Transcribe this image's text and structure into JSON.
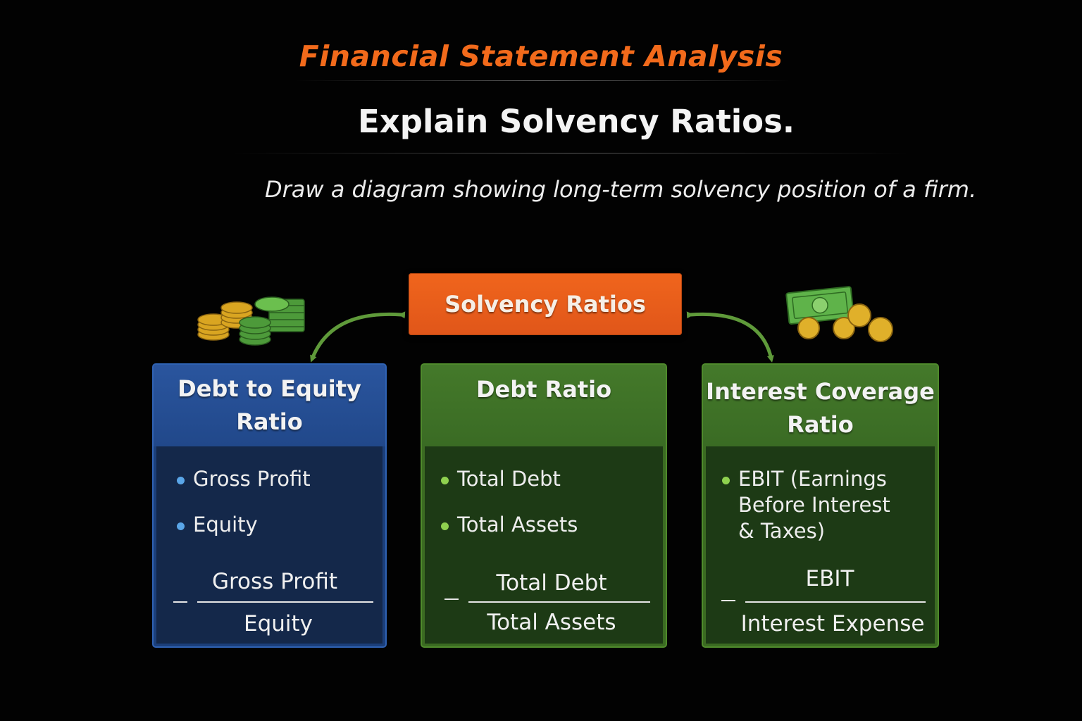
{
  "course_title": "Financial Statement Analysis",
  "question": "Explain Solvency Ratios.",
  "instruction": "Draw a diagram showing long-term solvency position of a firm.",
  "hub": {
    "label": "Solvency Ratios",
    "color": "#f0651c"
  },
  "cards": [
    {
      "title_lines": [
        "Debt to Equity",
        "Ratio"
      ],
      "color": "#2a559e",
      "bullets": [
        "Gross Profit",
        "Equity"
      ],
      "formula": {
        "equals": "=",
        "numerator": "Gross Profit",
        "denominator": "Equity"
      }
    },
    {
      "title_lines": [
        "Debt Ratio"
      ],
      "color": "#44792a",
      "bullets": [
        "Total Debt",
        "Total Assets"
      ],
      "formula": {
        "equals": "=",
        "numerator": "Total Debt",
        "denominator": "Total Assets"
      }
    },
    {
      "title_lines": [
        "Interest Coverage",
        "Ratio"
      ],
      "color": "#44792a",
      "bullets": [
        "EBIT (Earnings",
        "Before Interest",
        "& Taxes)"
      ],
      "formula": {
        "equals": "=",
        "numerator": "EBIT",
        "denominator": "Interest Expense"
      }
    }
  ],
  "icons": {
    "left": "coin-and-cash-stack-icon",
    "right": "banknote-and-coins-icon"
  },
  "arrow_color": "#5f9a3a"
}
